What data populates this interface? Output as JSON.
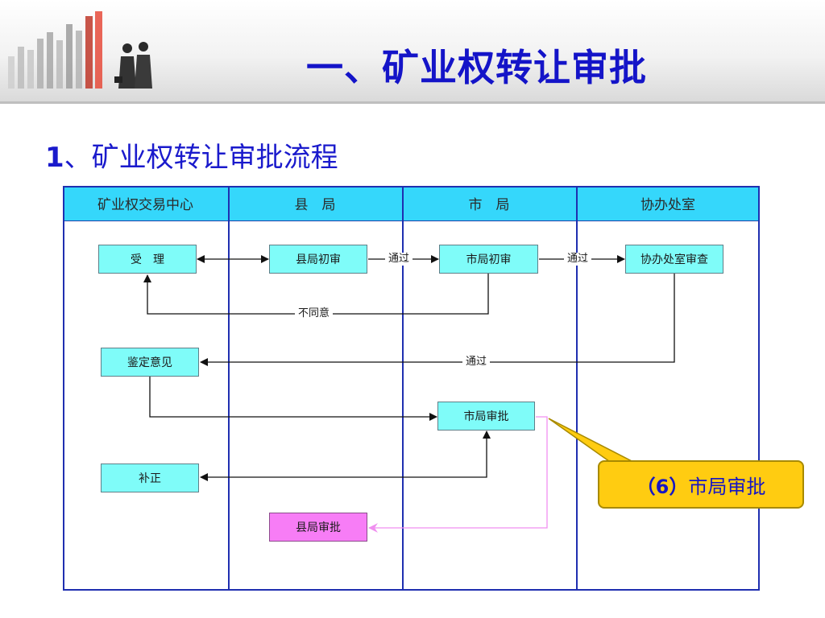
{
  "header": {
    "title": "一、矿业权转让审批"
  },
  "subtitle": {
    "number": "1",
    "text": "、矿业权转让审批流程"
  },
  "columns": [
    "矿业权交易中心",
    "县　局",
    "市　局",
    "协办处室"
  ],
  "boxes": {
    "accept": "受　理",
    "county_initial": "县局初审",
    "city_initial": "市局初审",
    "co_office_review": "协办处室审查",
    "appraisal_opinion": "鉴定意见",
    "city_approval": "市局审批",
    "supplement": "补正",
    "county_approval": "县局审批"
  },
  "labels": {
    "pass_1": "通过",
    "pass_2": "通过",
    "disagree": "不同意",
    "pass_3": "通过"
  },
  "callout": {
    "number": "（6）",
    "text": "市局审批"
  },
  "colors": {
    "title": "#1414c8",
    "header_fill": "#35d7fb",
    "box_fill": "#7ffcf9",
    "highlight_box": "#f77df6",
    "callout_fill": "#ffcc11",
    "lane_border": "#1f2fb0"
  }
}
